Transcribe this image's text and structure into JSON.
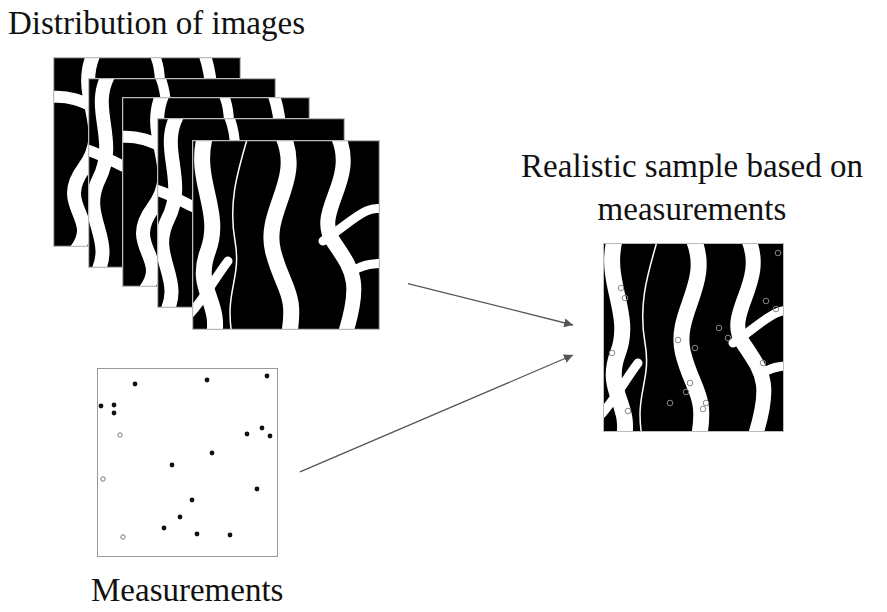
{
  "diagram": {
    "nodes": [
      {
        "text": [
          "Distribution of images"
        ]
      },
      {
        "text": [
          "Measurements"
        ]
      },
      {
        "text": [
          "Realistic sample based on measurements"
        ]
      }
    ],
    "edges": [
      {
        "from": 0,
        "to": 2,
        "arrow": "to"
      },
      {
        "from": 1,
        "to": 2,
        "arrow": "to"
      }
    ]
  }
}
